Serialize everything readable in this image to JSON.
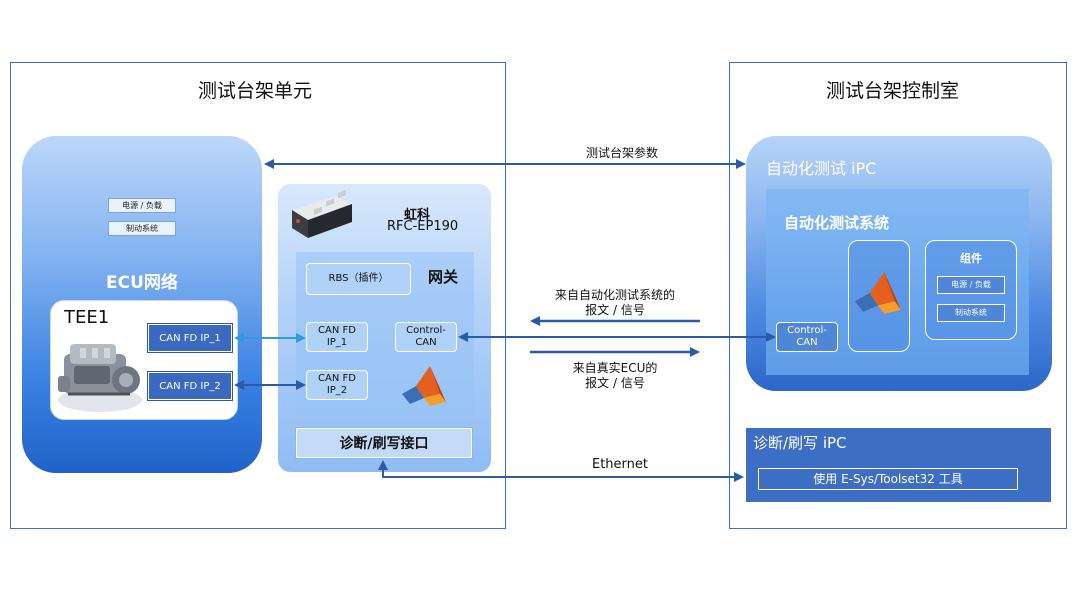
{
  "bench_unit": {
    "title": "测试台架单元",
    "ecu_network": {
      "title": "ECU网络",
      "items": [
        "电源 / 负载",
        "制动系统"
      ],
      "tee1": {
        "title": "TEE1",
        "ports": [
          "CAN FD IP_1",
          "CAN FD IP_2"
        ]
      }
    },
    "gateway": {
      "brand": "虹科",
      "model": "RFC-EP190",
      "title": "网关",
      "rbs_label": "RBS（插件）",
      "ports": [
        "CAN FD\nIP_1",
        "CAN FD\nIP_2"
      ],
      "control_can": "Control-\nCAN",
      "diag_port": "诊断/刷写接口"
    }
  },
  "control_room": {
    "title": "测试台架控制室",
    "auto_ipc": {
      "title": "自动化测试 iPC",
      "system_title": "自动化测试系统",
      "control_can": "Control-\nCAN",
      "components": {
        "title": "组件",
        "items": [
          "电源 / 负载",
          "制动系统"
        ]
      }
    },
    "diag_ipc": {
      "title": "诊断/刷写 iPC",
      "tool": "使用 E-Sys/Toolset32 工具"
    }
  },
  "flows": {
    "bench_params": "测试台架参数",
    "from_auto_line1": "来自自动化测试系统的",
    "from_auto_line2": "报文 / 信号",
    "from_ecu_line1": "来自真实ECU的",
    "from_ecu_line2": "报文 / 信号",
    "ethernet": "Ethernet"
  },
  "colors": {
    "frame": "#3c73b8",
    "arrow": "#2a5aa8",
    "arrow_light": "#2f9be0",
    "accent_blue": "#3a69c2"
  },
  "icons": [
    "gateway-device-icon",
    "matlab-logo-icon",
    "engine-image"
  ]
}
